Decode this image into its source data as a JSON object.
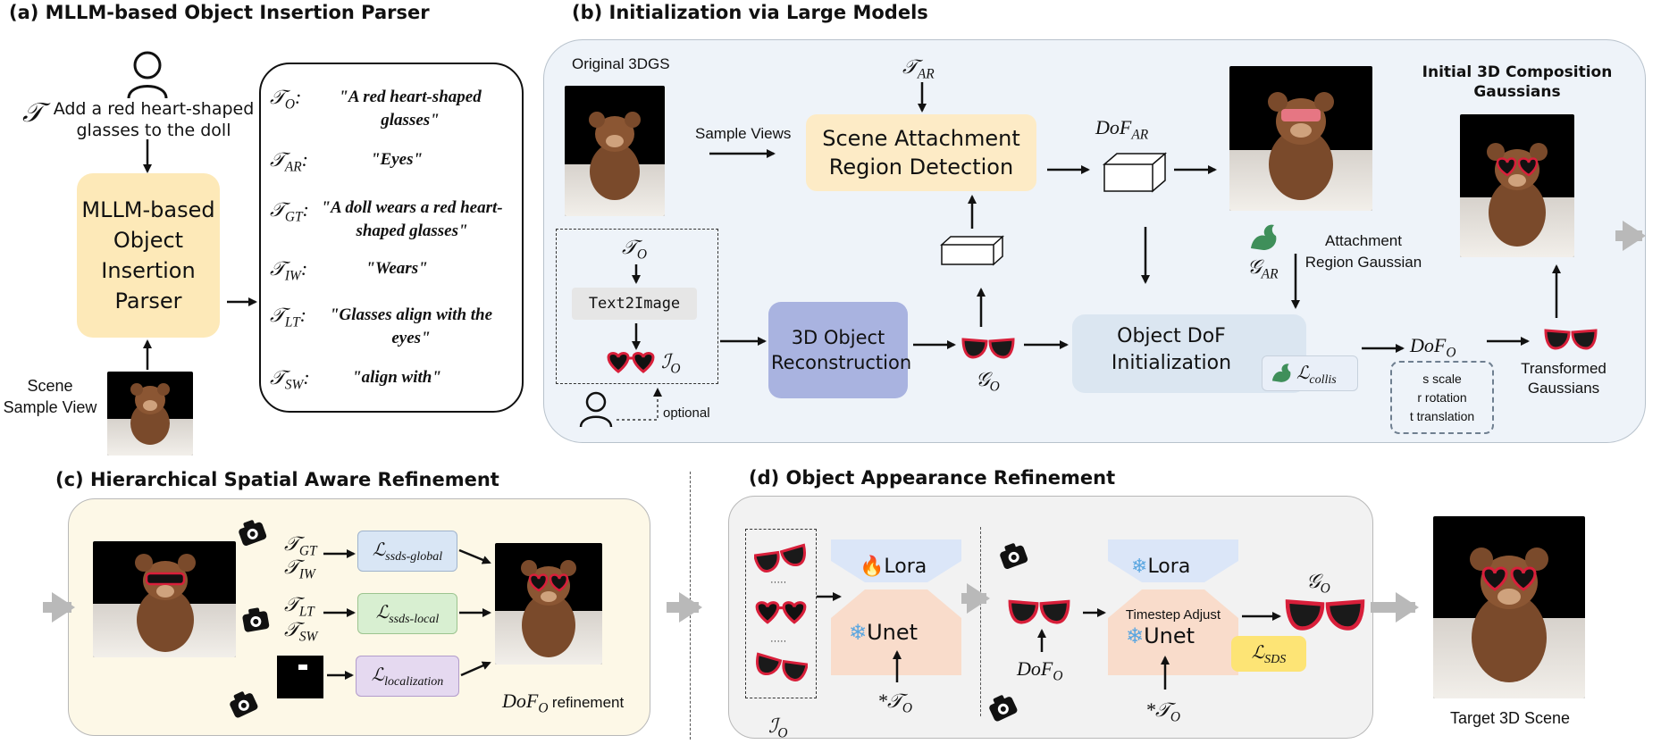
{
  "colors": {
    "panel_b_bg": "#eef3f9",
    "panel_c_bg": "#fdf8e7",
    "panel_d_bg": "#f2f2f2",
    "parser_box": "#fde9b8",
    "detect_box": "#fdebc6",
    "recon_box": "#a9b3e0",
    "dof_box": "#dbe6f1",
    "global_loss": "#d9e6f5",
    "local_loss": "#d8efd1",
    "loc_loss": "#e5d9f0",
    "lora_fill": "#dbe6f8",
    "unet_fill": "#f9dccb",
    "sds_fill": "#fde475",
    "arrow_gray": "#b9b9b9"
  },
  "panel_a": {
    "title": "(a) MLLM-based Object Insertion Parser",
    "tau": "𝒯",
    "instruction": "Add a red heart-shaped glasses to the doll",
    "parser": "MLLM-based Object Insertion Parser",
    "scene_label": "Scene Sample View",
    "parsed": [
      {
        "sym": "𝒯",
        "sub": "O",
        "text": "\"A red heart-shaped glasses\""
      },
      {
        "sym": "𝒯",
        "sub": "AR",
        "text": "\"Eyes\""
      },
      {
        "sym": "𝒯",
        "sub": "GT",
        "text": "\"A doll wears a red heart-shaped glasses\""
      },
      {
        "sym": "𝒯",
        "sub": "IW",
        "text": "\"Wears\""
      },
      {
        "sym": "𝒯",
        "sub": "LT",
        "text": "\"Glasses align with the eyes\""
      },
      {
        "sym": "𝒯",
        "sub": "SW",
        "text": "\"align with\""
      }
    ],
    "icons": [
      "user-icon"
    ]
  },
  "panel_b": {
    "title": "(b) Initialization via Large Models",
    "original": "Original 3DGS",
    "sample_views": "Sample Views",
    "tau_ar": "AR",
    "detect": "Scene Attachment Region Detection",
    "dof_ar": "AR",
    "tau_o": "O",
    "text2image": "Text2Image",
    "i_o": "O",
    "optional": "optional",
    "recon": "3D Object Reconstruction",
    "g_o": "O",
    "g_ar": "AR",
    "attach_label": "Attachment Region Gaussian",
    "dof_init": "Object DoF Initialization",
    "l_collis": "collis",
    "dof_o": "O",
    "dof_params": [
      "s scale",
      "r rotation",
      "t translation"
    ],
    "init_title": "Initial 3D Composition Gaussians",
    "transformed": "Transformed Gaussians"
  },
  "panel_c": {
    "title": "(c)   Hierarchical Spatial Aware Refinement",
    "rows": [
      {
        "t1": "GT",
        "t2": "IW",
        "loss": "ssds-global"
      },
      {
        "t1": "LT",
        "t2": "SW",
        "loss": "ssds-local"
      },
      {
        "loss": "localization"
      }
    ],
    "dof_sub": "O",
    "dof_suffix": "refinement"
  },
  "panel_d": {
    "title": "(d)  Object Appearance Refinement",
    "lora1": "Lora",
    "unet1": "Unet",
    "tau1": "O",
    "i_o": "O",
    "dots": "·····",
    "lora2": "Lora",
    "timestep": "Timestep Adjust",
    "unet2": "Unet",
    "tau2": "O",
    "dof_o": "O",
    "g_o": "O",
    "l_sds": "SDS",
    "target": "Target 3D Scene"
  }
}
